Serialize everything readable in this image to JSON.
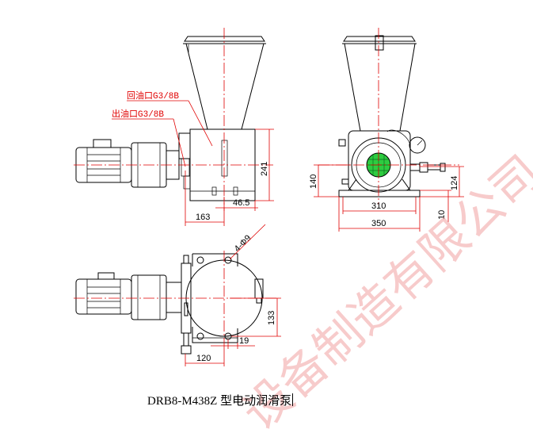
{
  "labels": {
    "return_port": "回油口G3/8B",
    "outlet_port": "出油口G3/8B",
    "hole_spec": "4-Φ9"
  },
  "dimensions": {
    "height_241": "241",
    "offset_46_5": "46.5",
    "width_163": "163",
    "height_140": "140",
    "width_310": "310",
    "width_350": "350",
    "height_124": "124",
    "height_10": "10",
    "height_133": "133",
    "width_19": "19",
    "width_120": "120"
  },
  "caption": "DRB8-M438Z 型电动润滑泵",
  "watermark": "设备制造有限公司",
  "colors": {
    "lines": "#000000",
    "centerlines": "#e00000",
    "dimensions": "#e00000",
    "filter_screen": "#2ecc40",
    "watermark": "#f1a2a2"
  }
}
